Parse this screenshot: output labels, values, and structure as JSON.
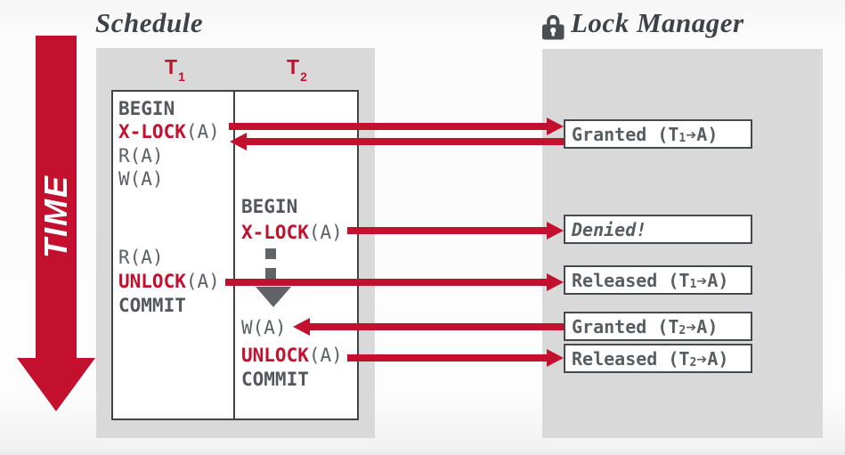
{
  "time_label": "TIME",
  "schedule": {
    "title": "Schedule",
    "headers": {
      "t1": {
        "base": "T",
        "sub": "1"
      },
      "t2": {
        "base": "T",
        "sub": "2"
      }
    },
    "t1": {
      "begin": "BEGIN",
      "xlock": {
        "kw": "X-LOCK",
        "arg": "(A)"
      },
      "r1": "R(A)",
      "w1": "W(A)",
      "r2": "R(A)",
      "unlock": {
        "kw": "UNLOCK",
        "arg": "(A)"
      },
      "commit": "COMMIT"
    },
    "t2": {
      "begin": "BEGIN",
      "xlock": {
        "kw": "X-LOCK",
        "arg": "(A)"
      },
      "w1": "W(A)",
      "unlock": {
        "kw": "UNLOCK",
        "arg": "(A)"
      },
      "commit": "COMMIT"
    }
  },
  "lock_manager": {
    "title": "Lock Manager",
    "boxes": {
      "granted_t1": {
        "pre": "Granted (T",
        "sub": "1",
        "post": "➔A)"
      },
      "denied": {
        "pre": "Denied!",
        "sub": "",
        "post": ""
      },
      "released_t1": {
        "pre": "Released (T",
        "sub": "1",
        "post": "➔A)"
      },
      "granted_t2": {
        "pre": "Granted (T",
        "sub": "2",
        "post": "➔A)"
      },
      "released_t2": {
        "pre": "Released (T",
        "sub": "2",
        "post": "➔A)"
      }
    }
  },
  "colors": {
    "red": "#c3102f",
    "panel_gray": "#d9d9d9",
    "ink": "#3f4347",
    "keyword_gray": "#54585c",
    "code_gray": "#5d6165",
    "wait_gray": "#606468"
  }
}
